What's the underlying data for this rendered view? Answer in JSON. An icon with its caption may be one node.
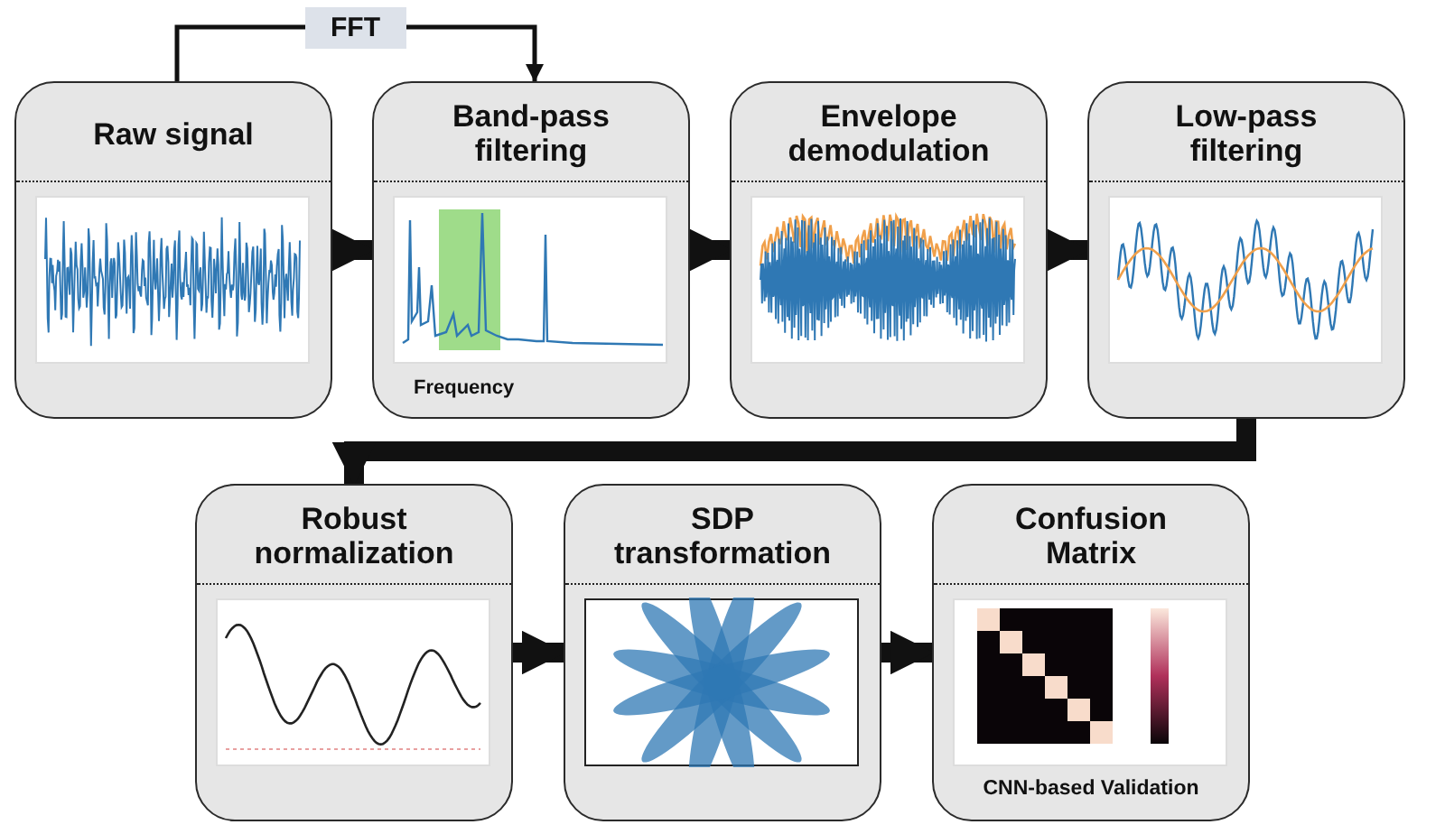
{
  "diagram": {
    "nodes": [
      {
        "text": [
          "Raw signal"
        ]
      },
      {
        "text": [
          "Band-pass filtering",
          "Frequency"
        ]
      },
      {
        "text": [
          "Envelope demodulation"
        ]
      },
      {
        "text": [
          "Low-pass filtering"
        ]
      },
      {
        "text": [
          "Robust normalization"
        ]
      },
      {
        "text": [
          "SDP transformation"
        ]
      },
      {
        "text": [
          "Confusion Matrix",
          "CNN-based Validation"
        ]
      }
    ],
    "edges": [
      {
        "from": 0,
        "to": 1,
        "arrow": "to",
        "label": "FFT"
      },
      {
        "from": 0,
        "to": 1,
        "arrow": "to"
      },
      {
        "from": 1,
        "to": 2,
        "arrow": "to"
      },
      {
        "from": 2,
        "to": 3,
        "arrow": "to"
      },
      {
        "from": 3,
        "to": 4,
        "arrow": "to"
      },
      {
        "from": 4,
        "to": 5,
        "arrow": "to"
      },
      {
        "from": 5,
        "to": 6,
        "arrow": "to"
      }
    ]
  }
}
